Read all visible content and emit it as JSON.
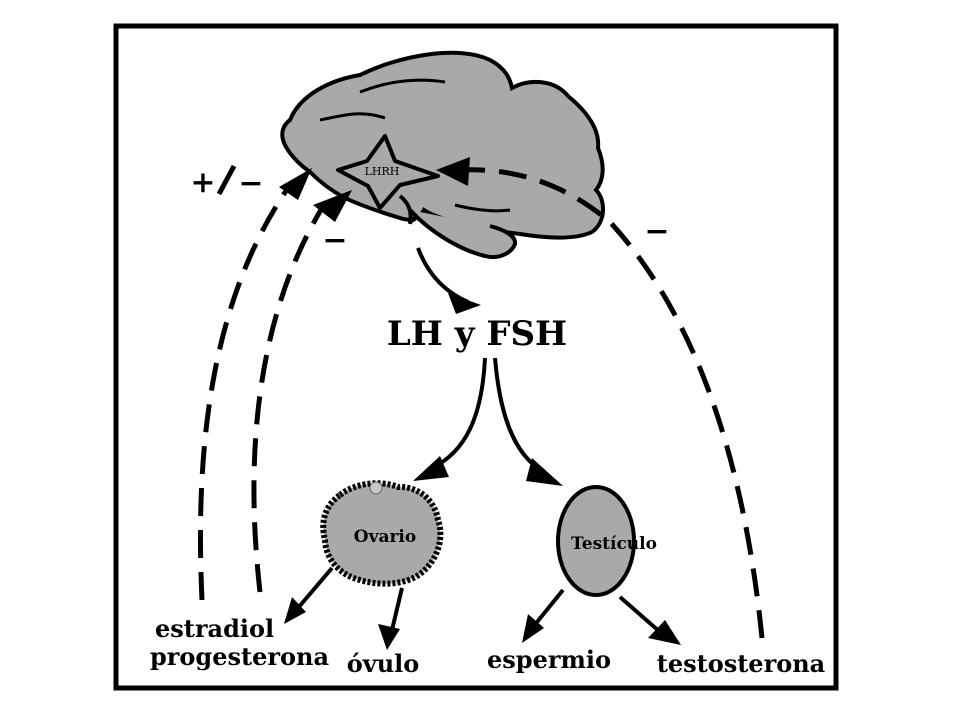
{
  "diagram": {
    "hypothalamus_label": "LHRH",
    "hormones_label": "LH y FSH",
    "ovary_label": "Ovario",
    "testis_label": "Testículo",
    "output_estradiol": "estradiol",
    "output_progesterone": "progesterona",
    "output_ovum": "óvulo",
    "output_sperm": "espermio",
    "output_testosterone": "testosterona",
    "feedback_plus_minus_plus": "+",
    "feedback_plus_minus_minus": "−",
    "feedback_negative_left": "−",
    "feedback_negative_right": "−"
  },
  "colors": {
    "fill_gray": "#a9a9a9",
    "stroke": "#000000",
    "background": "#ffffff"
  }
}
